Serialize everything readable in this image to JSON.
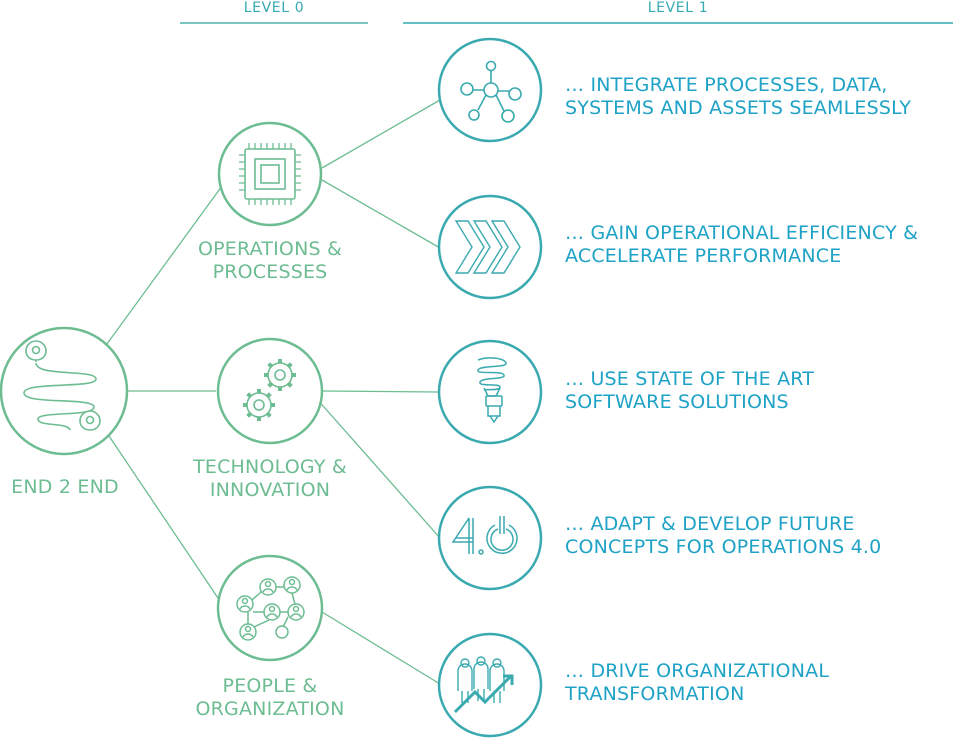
{
  "headers": {
    "level0": "LEVEL 0",
    "level1": "LEVEL 1"
  },
  "root": {
    "label": "END 2 END",
    "icon": "route-map-icon"
  },
  "level0": [
    {
      "line1": "OPERATIONS &",
      "line2": "PROCESSES",
      "icon": "chip-icon"
    },
    {
      "line1": "TECHNOLOGY &",
      "line2": "INNOVATION",
      "icon": "gears-icon"
    },
    {
      "line1": "PEOPLE &",
      "line2": "ORGANIZATION",
      "icon": "network-people-icon"
    }
  ],
  "level1": [
    {
      "line1": "… INTEGRATE PROCESSES, DATA,",
      "line2": "SYSTEMS AND ASSETS SEAMLESSLY",
      "icon": "hub-nodes-icon"
    },
    {
      "line1": "… GAIN OPERATIONAL EFFICIENCY &",
      "line2": "ACCELERATE PERFORMANCE",
      "icon": "chevrons-icon"
    },
    {
      "line1": "… USE STATE OF THE ART",
      "line2": "SOFTWARE SOLUTIONS",
      "icon": "bulb-icon"
    },
    {
      "line1": "… ADAPT & DEVELOP FUTURE",
      "line2": "CONCEPTS FOR OPERATIONS 4.0",
      "icon": "industry-4-icon"
    },
    {
      "line1": "… DRIVE ORGANIZATIONAL",
      "line2": "TRANSFORMATION",
      "icon": "growth-team-icon"
    }
  ],
  "colors": {
    "green": "#6dbc92",
    "teal": "#3aaab0",
    "blue": "#1ea2c6"
  }
}
